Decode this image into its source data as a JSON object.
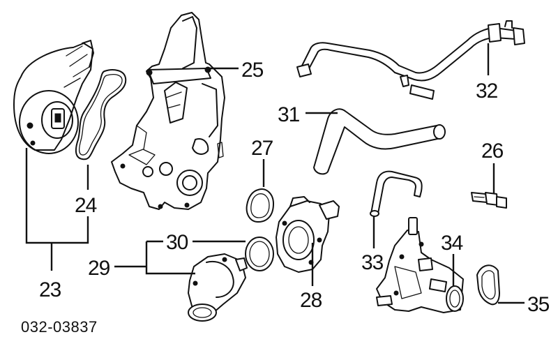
{
  "callouts": {
    "p23": "23",
    "p24": "24",
    "p25": "25",
    "p26": "26",
    "p27": "27",
    "p28": "28",
    "p29": "29",
    "p30": "30",
    "p31": "31",
    "p32": "32",
    "p33": "33",
    "p34": "34",
    "p35": "35"
  },
  "diagram_code": "032-03837"
}
